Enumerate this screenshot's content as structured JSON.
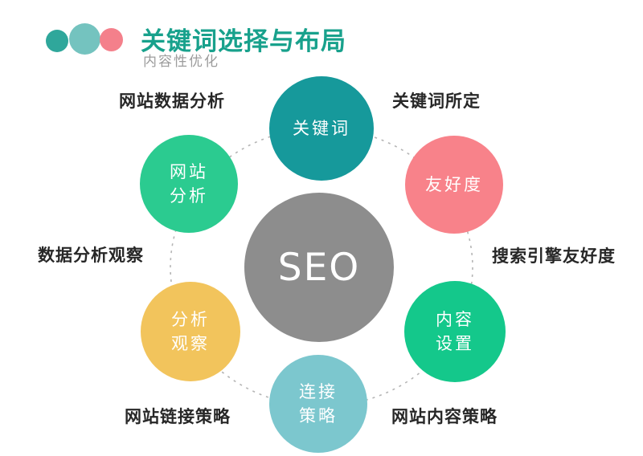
{
  "header": {
    "title": "关键词选择与布局",
    "subtitle": "内容性优化",
    "title_color": "#18a18c",
    "dots": [
      {
        "name": "dark-teal-dot",
        "color": "#2fa79b"
      },
      {
        "name": "light-teal-dot",
        "color": "#74c3bf"
      },
      {
        "name": "pink-dot",
        "color": "#f4808b"
      }
    ]
  },
  "diagram": {
    "center": {
      "label": "SEO",
      "color": "#8d8d8d"
    },
    "connector_color": "#b5b5b5",
    "nodes": [
      {
        "id": "keyword",
        "lines": [
          "关键词"
        ],
        "color": "#16999b"
      },
      {
        "id": "site-analysis",
        "lines": [
          "网站",
          "分析"
        ],
        "color": "#2bcb90"
      },
      {
        "id": "friendliness",
        "lines": [
          "友好度"
        ],
        "color": "#f8828a"
      },
      {
        "id": "analysis-observe",
        "lines": [
          "分析",
          "观察"
        ],
        "color": "#f2c45c"
      },
      {
        "id": "content-setting",
        "lines": [
          "内容",
          "设置"
        ],
        "color": "#14c88b"
      },
      {
        "id": "link-strategy",
        "lines": [
          "连接",
          "策略"
        ],
        "color": "#7cc7ce"
      }
    ],
    "annotations": {
      "top_left": "网站数据分析",
      "top_right": "关键词所定",
      "mid_left": "数据分析观察",
      "mid_right": "搜索引擎友好度",
      "bottom_left": "网站链接策略",
      "bottom_right": "网站内容策略"
    }
  }
}
